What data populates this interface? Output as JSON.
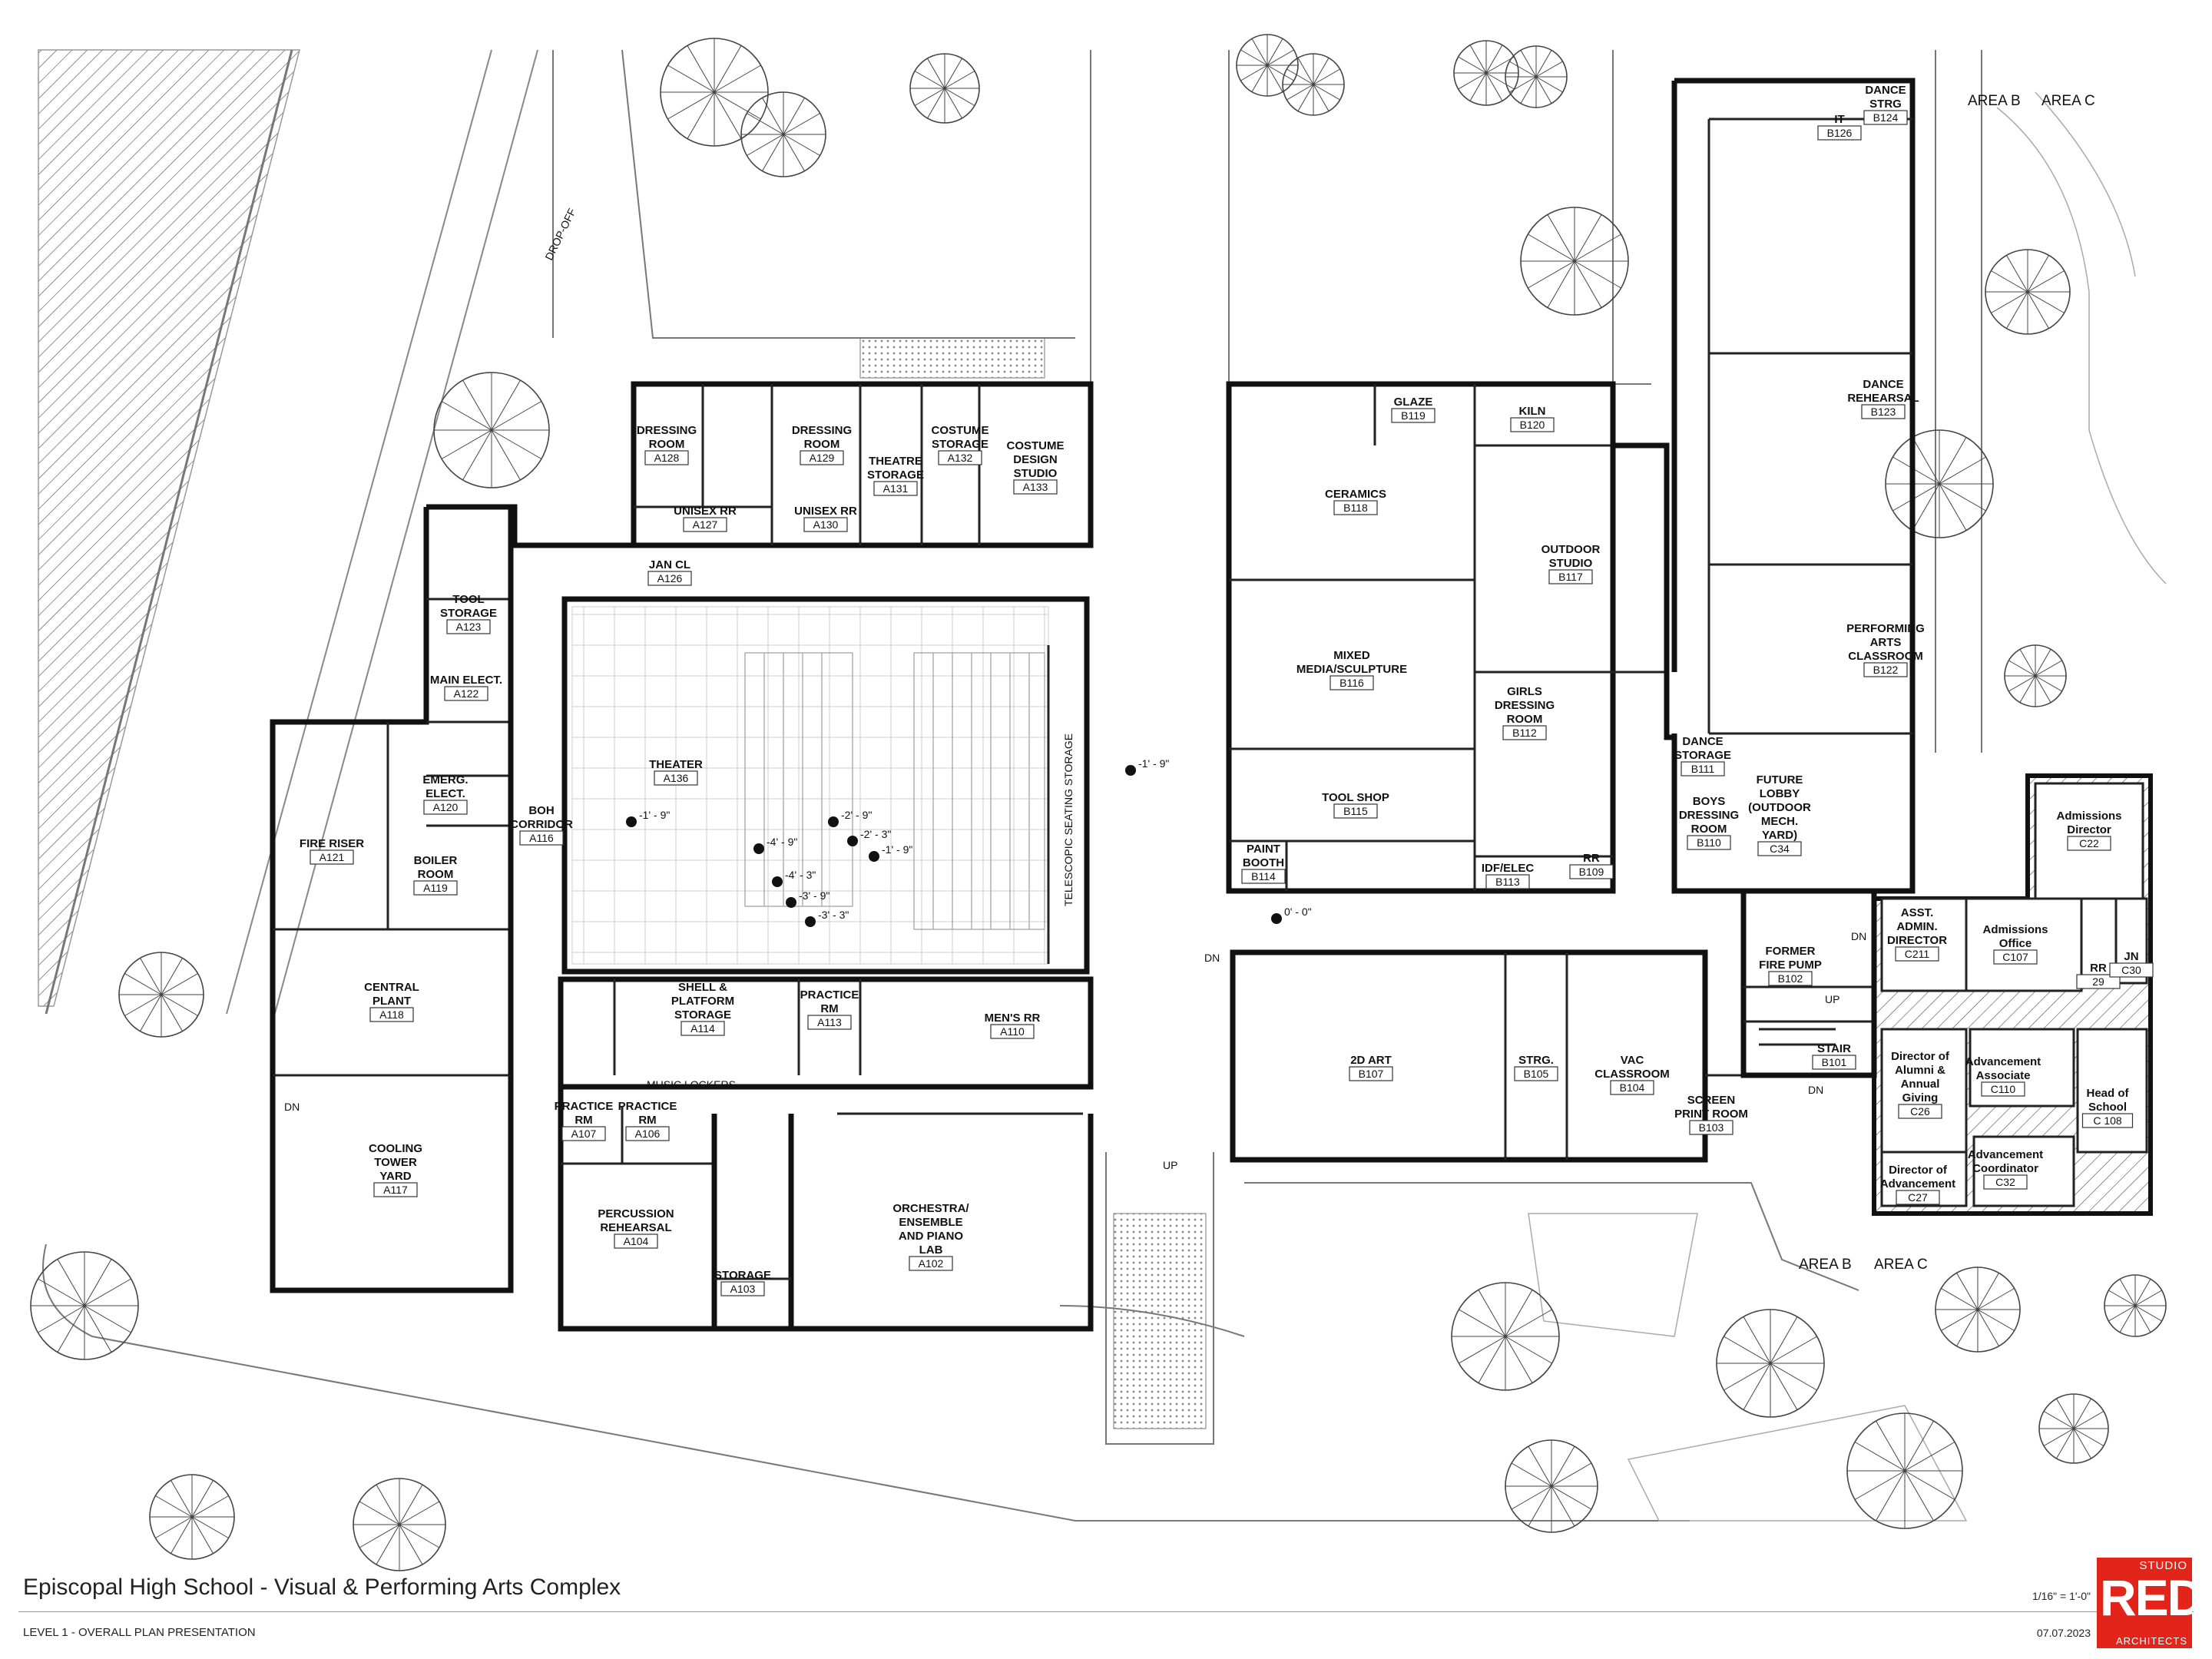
{
  "drawing": {
    "title": "Episcopal High School - Visual & Performing Arts Complex",
    "subtitle": "LEVEL 1 - OVERALL PLAN PRESENTATION",
    "scale": "1/16\" = 1'-0\"",
    "date": "07.07.2023",
    "logo": {
      "top": "STUDIO",
      "main": "RED",
      "bottom": "ARCHITECTS"
    }
  },
  "area_labels": {
    "top_b": "AREA B",
    "top_c": "AREA C",
    "bottom_b": "AREA B",
    "bottom_c": "AREA C"
  },
  "annotations": {
    "drop_off": "DROP-OFF",
    "music_lockers": "MUSIC LOCKERS",
    "telescopic": "TELESCOPIC SEATING STORAGE",
    "dn1": "DN",
    "dn2": "DN",
    "dn3": "DN",
    "dn4": "DN",
    "up1": "UP",
    "up2": "UP"
  },
  "elevations": {
    "e1": "-1' - 9\"",
    "e2": "-1' - 9\"",
    "e3": "-4' - 9\"",
    "e4": "-2' - 9\"",
    "e5": "-2' - 3\"",
    "e6": "-1' - 9\"",
    "e7": "-4' - 3\"",
    "e8": "-3' - 9\"",
    "e9": "-3' - 3\"",
    "e10": "0' - 0\""
  },
  "rooms": [
    {
      "name": "DRESSING\nROOM",
      "num": "A128"
    },
    {
      "name": "DRESSING\nROOM",
      "num": "A129"
    },
    {
      "name": "THEATRE\nSTORAGE",
      "num": "A131"
    },
    {
      "name": "COSTUME\nSTORAGE",
      "num": "A132"
    },
    {
      "name": "COSTUME\nDESIGN\nSTUDIO",
      "num": "A133"
    },
    {
      "name": "UNISEX RR",
      "num": "A127"
    },
    {
      "name": "UNISEX RR",
      "num": "A130"
    },
    {
      "name": "JAN CL",
      "num": "A126"
    },
    {
      "name": "TOOL\nSTORAGE",
      "num": "A123"
    },
    {
      "name": "MAIN ELECT.",
      "num": "A122"
    },
    {
      "name": "EMERG.\nELECT.",
      "num": "A120"
    },
    {
      "name": "BOH\nCORRIDOR",
      "num": "A116"
    },
    {
      "name": "FIRE RISER",
      "num": "A121"
    },
    {
      "name": "BOILER\nROOM",
      "num": "A119"
    },
    {
      "name": "CENTRAL\nPLANT",
      "num": "A118"
    },
    {
      "name": "COOLING\nTOWER\nYARD",
      "num": "A117"
    },
    {
      "name": "THEATER",
      "num": "A136"
    },
    {
      "name": "SHELL &\nPLATFORM\nSTORAGE",
      "num": "A114"
    },
    {
      "name": "PRACTICE\nRM",
      "num": "A113"
    },
    {
      "name": "MEN'S RR",
      "num": "A110"
    },
    {
      "name": "PRACTICE\nRM",
      "num": "A107"
    },
    {
      "name": "PRACTICE\nRM",
      "num": "A106"
    },
    {
      "name": "PERCUSSION\nREHEARSAL",
      "num": "A104"
    },
    {
      "name": "STORAGE",
      "num": "A103"
    },
    {
      "name": "ORCHESTRA/\nENSEMBLE\nAND PIANO\nLAB",
      "num": "A102"
    },
    {
      "name": "GLAZE",
      "num": "B119"
    },
    {
      "name": "KILN",
      "num": "B120"
    },
    {
      "name": "CERAMICS",
      "num": "B118"
    },
    {
      "name": "OUTDOOR\nSTUDIO",
      "num": "B117"
    },
    {
      "name": "MIXED\nMEDIA/SCULPTURE",
      "num": "B116"
    },
    {
      "name": "GIRLS\nDRESSING\nROOM",
      "num": "B112"
    },
    {
      "name": "TOOL SHOP",
      "num": "B115"
    },
    {
      "name": "PAINT\nBOOTH",
      "num": "B114"
    },
    {
      "name": "IDF/ELEC",
      "num": "B113"
    },
    {
      "name": "RR",
      "num": "B109"
    },
    {
      "name": "BOYS\nDRESSING\nROOM",
      "num": "B110"
    },
    {
      "name": "DANCE\nSTORAGE",
      "num": "B111"
    },
    {
      "name": "FUTURE\nLOBBY\n(OUTDOOR\nMECH.\nYARD)",
      "num": "C34"
    },
    {
      "name": "DANCE\nSTRG",
      "num": "B124"
    },
    {
      "name": "IT",
      "num": "B126"
    },
    {
      "name": "DANCE\nREHEARSAL",
      "num": "B123"
    },
    {
      "name": "PERFORMING\nARTS\nCLASSROOM",
      "num": "B122"
    },
    {
      "name": "2D ART",
      "num": "B107"
    },
    {
      "name": "STRG.",
      "num": "B105"
    },
    {
      "name": "VAC\nCLASSROOM",
      "num": "B104"
    },
    {
      "name": "SCREEN\nPRINT ROOM",
      "num": "B103"
    },
    {
      "name": "FORMER\nFIRE PUMP",
      "num": "B102"
    },
    {
      "name": "STAIR",
      "num": "B101"
    },
    {
      "name": "Admissions\nDirector",
      "num": "C22"
    },
    {
      "name": "ASST.\nADMIN.\nDIRECTOR",
      "num": "C211"
    },
    {
      "name": "Admissions\nOffice",
      "num": "C107"
    },
    {
      "name": "RR",
      "num": "29"
    },
    {
      "name": "JN",
      "num": "C30"
    },
    {
      "name": "Director of\nAlumni &\nAnnual\nGiving",
      "num": "C26"
    },
    {
      "name": "Advancement\nAssociate",
      "num": "C110"
    },
    {
      "name": "Head of\nSchool",
      "num": "C 108"
    },
    {
      "name": "Director of\nAdvancement",
      "num": "C27"
    },
    {
      "name": "Advancement\nCoordinator",
      "num": "C32"
    }
  ]
}
